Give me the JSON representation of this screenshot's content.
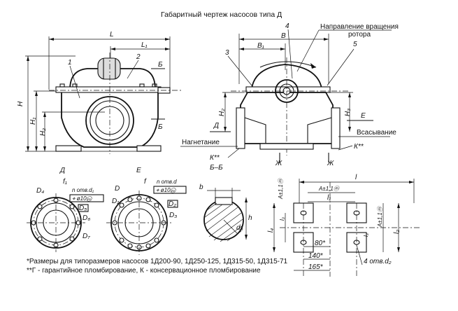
{
  "title": "Габаритный чертеж насосов типа Д",
  "labels": {
    "dim_L": "L",
    "dim_L1": "L₁",
    "dim_H": "H",
    "dim_H1": "H₁",
    "dim_H2": "H₂",
    "dim_H3": "H₃",
    "dim_B": "B",
    "dim_B1": "B₁",
    "rotation": "Направление вращения",
    "rotation2": "ротора",
    "callout_1": "1",
    "callout_2": "2",
    "callout_3": "3",
    "callout_4": "4",
    "callout_5": "5",
    "section_B": "Б",
    "section_D": "Д",
    "section_E": "Е",
    "section_Zh": "Ж",
    "discharge": "Нагнетание",
    "suction": "Всасывание",
    "k_mark": "К**",
    "section_BB": "Б–Б",
    "view_D": "Д",
    "view_E": "Е",
    "flange_f1": "f₁",
    "flange_n1": "n отв.d₁",
    "flange_tol1": "⌖ ø10ⓜ",
    "flange_D4": "D₄",
    "flange_D5": "D₅",
    "flange_D6": "D₆",
    "flange_D7": "D₇",
    "flange2_f": "f",
    "flange2_n": "n отв.d",
    "flange2_tol": "⌖ ø10ⓜ",
    "flange2_D": "D",
    "flange2_D1": "D₁",
    "flange2_D2": "D₂",
    "flange2_D3": "D₃",
    "shaft_b": "b",
    "shaft_h": "h",
    "shaft_d3": "d₃",
    "feet_l": "l",
    "feet_l1": "l₁",
    "feet_l2": "l₂",
    "feet_l3": "l₃",
    "feet_l4": "l₄",
    "feet_A1": "A±1,1ⓜ",
    "feet_A2": "A±1,1ⓜ",
    "feet_80": "80*",
    "feet_140": "140*",
    "feet_165": "165*",
    "feet_holes": "4 отв.d₂"
  },
  "notes": {
    "note1": "*Размеры для типоразмеров насосов 1Д200-90, 1Д250-125, 1Д315-50, 1Д315-71",
    "note2": "**Г - гарантийное пломбирование, К - консервационное пломбирование"
  }
}
